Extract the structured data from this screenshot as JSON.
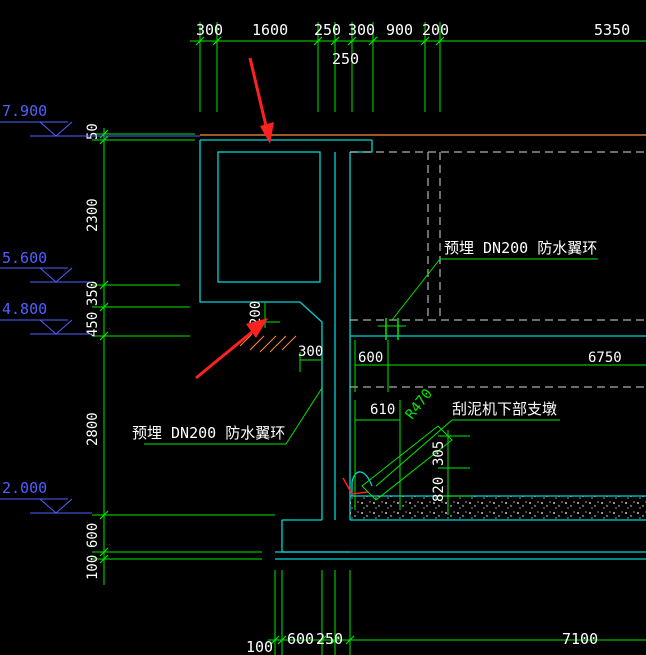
{
  "colors": {
    "background": "#000000",
    "dimension": "#00e600",
    "wall": "#00d6d6",
    "text": "#ffffff",
    "level": "#5060ff",
    "beam": "#ff8c40",
    "arrow": "#ff2020",
    "dashed": "#d8d8d8"
  },
  "dims_top": {
    "d1": "300",
    "d2": "1600",
    "d3": "250",
    "d4": "300",
    "d5": "900",
    "d6": "200",
    "d7": "5350",
    "d8": "250"
  },
  "dims_left": {
    "d1": "50",
    "d2": "2300",
    "d3": "350",
    "d4": "450",
    "d5": "2800",
    "d6": "600",
    "d7": "100"
  },
  "dims_bottom": {
    "d1": "100",
    "d2": "600",
    "d3": "250",
    "d4": "7100"
  },
  "levels": {
    "l1": "7.900",
    "l2": "5.600",
    "l3": "4.800",
    "l4": "2.000"
  },
  "dims_inner": {
    "d200": "200",
    "d300": "300",
    "d600": "600",
    "d6750": "6750",
    "d610": "610",
    "r470": "R470",
    "d305": "305",
    "d820": "820"
  },
  "labels": {
    "sleeve_upper": "预埋 DN200 防水翼环",
    "sleeve_lower": "预埋 DN200 防水翼环",
    "scraper": "刮泥机下部支墩"
  }
}
